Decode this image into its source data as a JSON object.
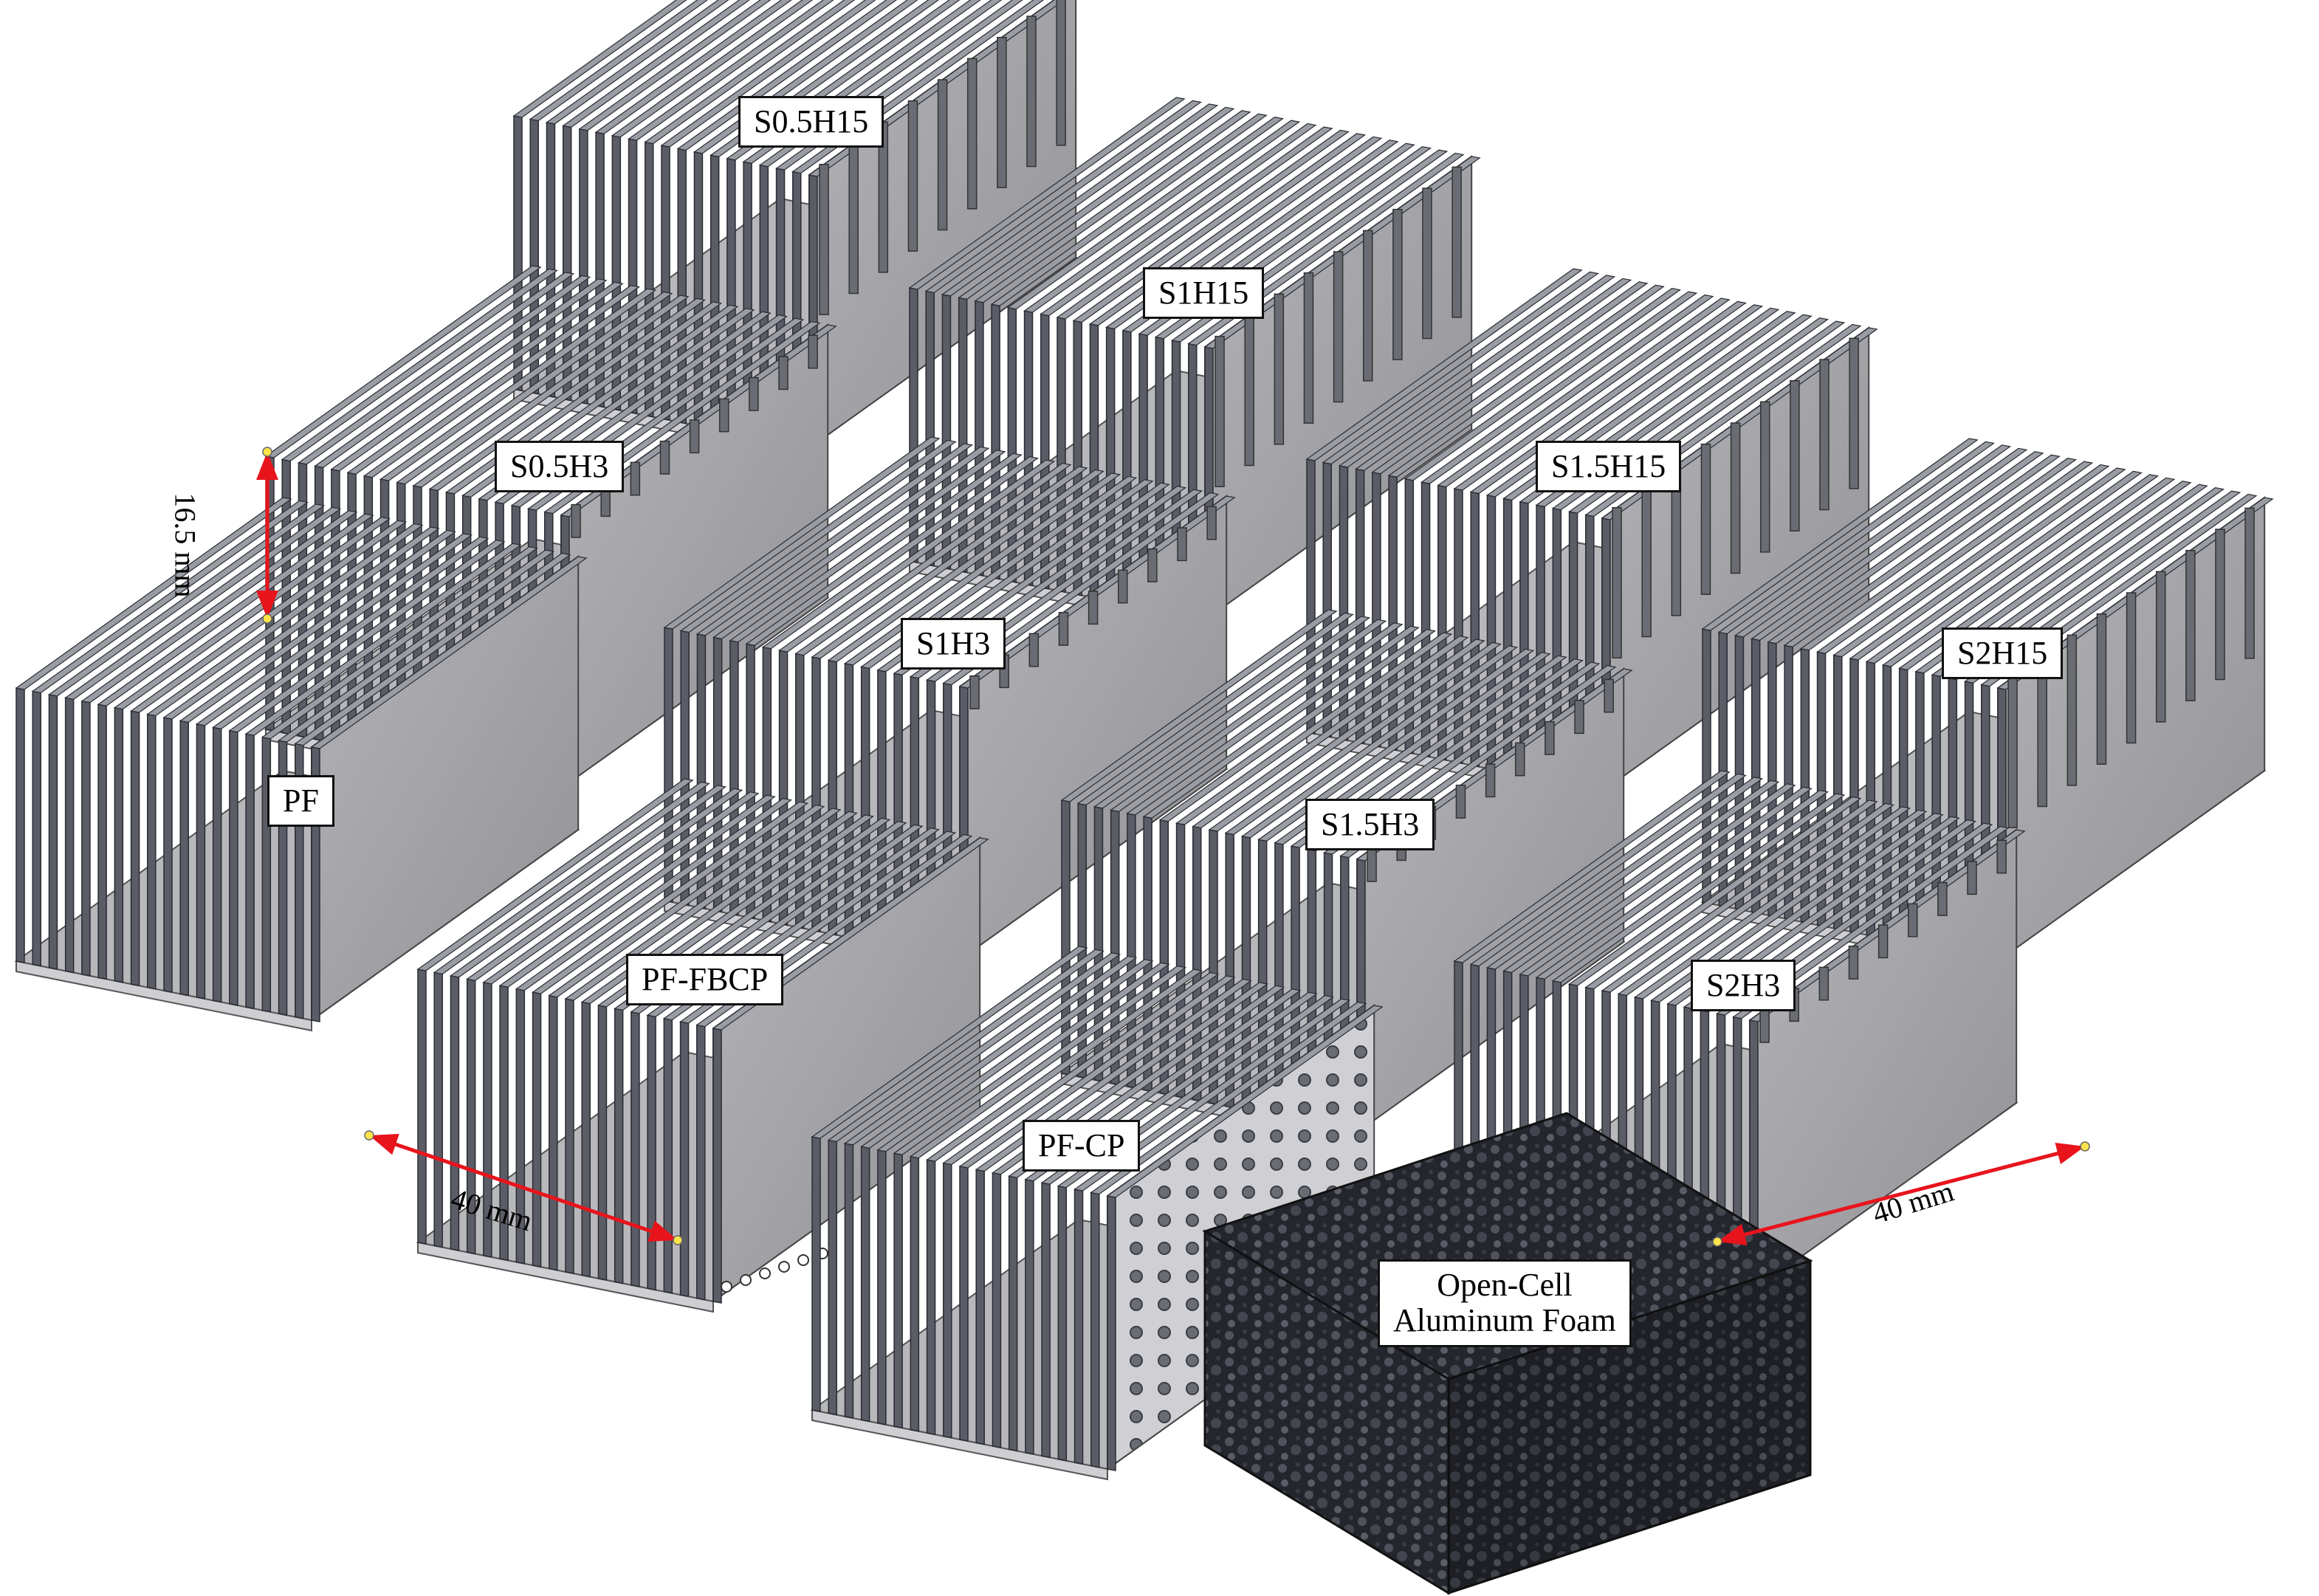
{
  "samples": [
    {
      "id": "S0.5H15",
      "label": "S0.5H15",
      "kind": "slotted"
    },
    {
      "id": "S1H15",
      "label": "S1H15",
      "kind": "slotted"
    },
    {
      "id": "S0.5H3",
      "label": "S0.5H3",
      "kind": "slotted"
    },
    {
      "id": "S1.5H15",
      "label": "S1.5H15",
      "kind": "slotted"
    },
    {
      "id": "S1H3",
      "label": "S1H3",
      "kind": "slotted"
    },
    {
      "id": "S2H15",
      "label": "S2H15",
      "kind": "slotted"
    },
    {
      "id": "PF",
      "label": "PF",
      "kind": "plate-fin"
    },
    {
      "id": "S1.5H3",
      "label": "S1.5H3",
      "kind": "slotted"
    },
    {
      "id": "PF-FBCP",
      "label": "PF-FBCP",
      "kind": "plate-fin-holes"
    },
    {
      "id": "S2H3",
      "label": "S2H3",
      "kind": "slotted"
    },
    {
      "id": "PF-CP",
      "label": "PF-CP",
      "kind": "plate-fin-perforated"
    },
    {
      "id": "foam",
      "label_lines": [
        "Open-Cell",
        "Aluminum Foam"
      ],
      "kind": "foam"
    }
  ],
  "dimensions": {
    "height": "16.5 mm",
    "length_left": "40 mm",
    "length_right": "40 mm"
  },
  "colors": {
    "fin_front": "#5a5c66",
    "fin_side": "#8a8c94",
    "fin_top": "#9a9ca4",
    "block_side": "#a8a8ac",
    "foam": "#2a2c34",
    "arrow": "#e8141c",
    "marker": "#ffe44a"
  }
}
